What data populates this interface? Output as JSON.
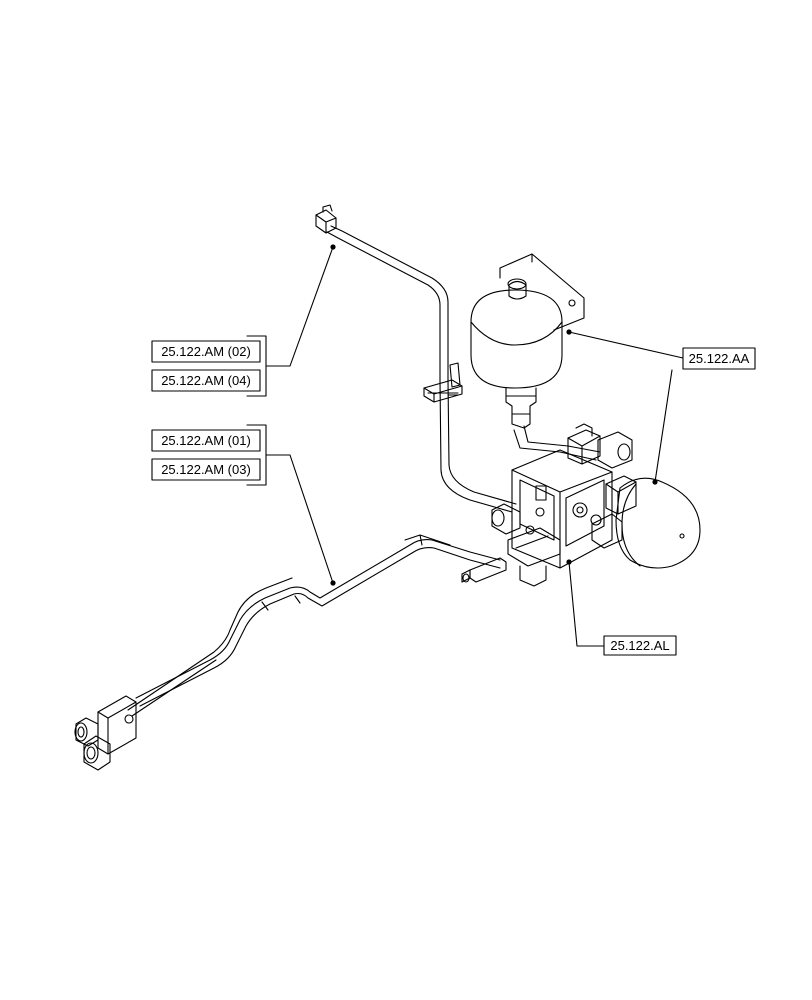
{
  "callouts": {
    "am02": "25.122.AM (02)",
    "am04": "25.122.AM (04)",
    "am01": "25.122.AM (01)",
    "am03": "25.122.AM (03)",
    "aa": "25.122.AA",
    "al": "25.122.AL"
  }
}
